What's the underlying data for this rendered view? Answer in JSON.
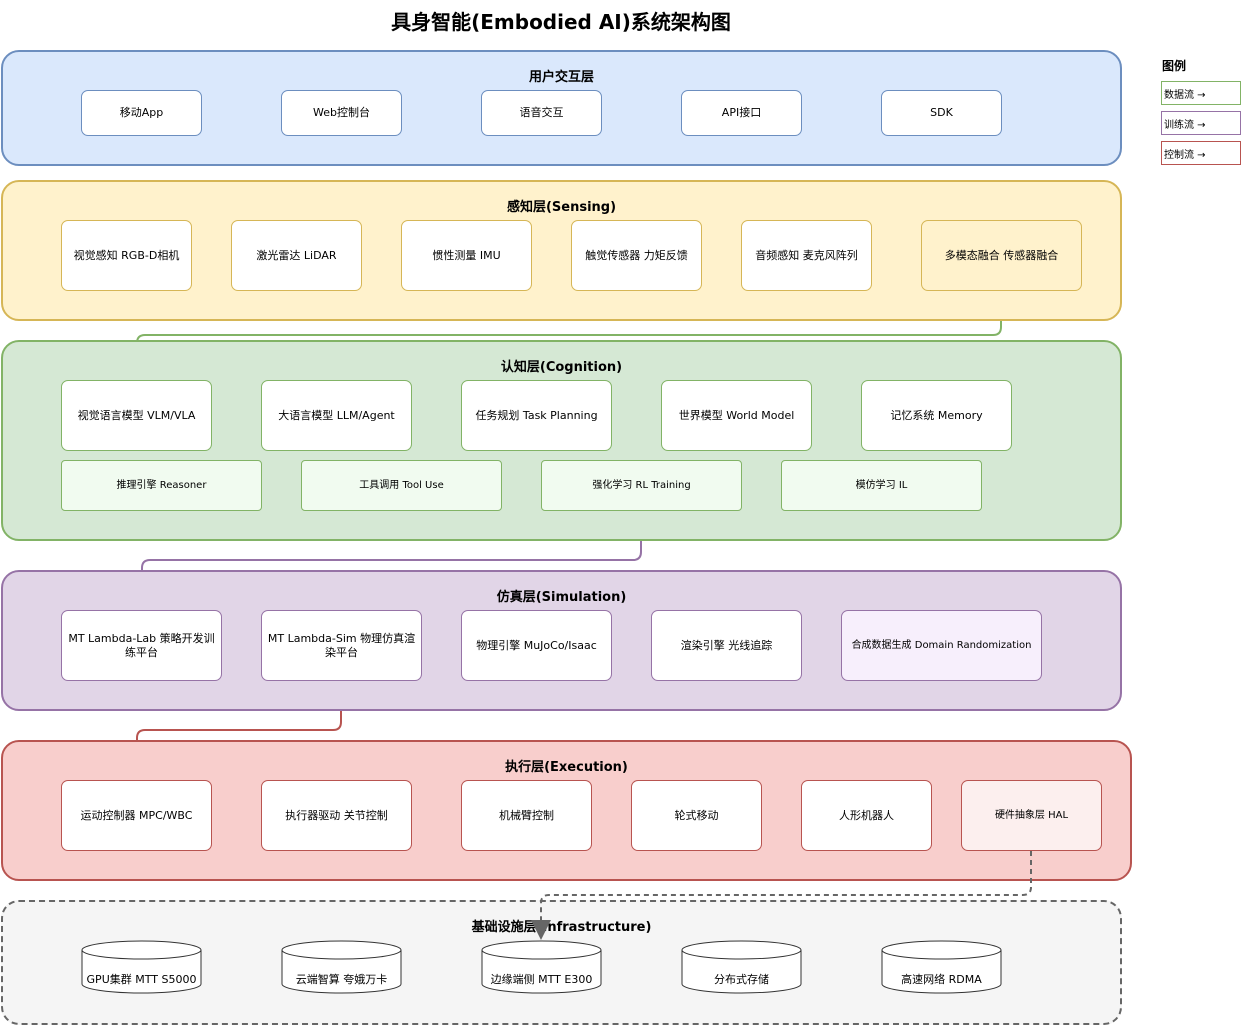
{
  "title": "具身智能(Embodied AI)系统架构图",
  "layers": {
    "interaction": {
      "title": "用户交互层",
      "nodes": [
        "移动App",
        "Web控制台",
        "语音交互",
        "API接口",
        "SDK"
      ]
    },
    "sensing": {
      "title": "感知层(Sensing)",
      "nodes": [
        "视觉感知 RGB-D相机",
        "激光雷达 LiDAR",
        "惯性测量 IMU",
        "触觉传感器 力矩反馈",
        "音频感知 麦克风阵列",
        "多模态融合 传感器融合"
      ]
    },
    "cognition": {
      "title": "认知层(Cognition)",
      "nodes": [
        "视觉语言模型 VLM/VLA",
        "大语言模型 LLM/Agent",
        "任务规划 Task Planning",
        "世界模型 World Model",
        "记忆系统 Memory"
      ],
      "sub_nodes": [
        "推理引擎 Reasoner",
        "工具调用 Tool Use",
        "强化学习 RL Training",
        "模仿学习 IL"
      ]
    },
    "simulation": {
      "title": "仿真层(Simulation)",
      "nodes": [
        "MT Lambda-Lab 策略开发训练平台",
        "MT Lambda-Sim 物理仿真渲染平台",
        "物理引擎 MuJoCo/Isaac",
        "渲染引擎 光线追踪",
        "合成数据生成 Domain Randomization"
      ]
    },
    "execution": {
      "title": "执行层(Execution)",
      "nodes": [
        "运动控制器 MPC/WBC",
        "执行器驱动 关节控制",
        "机械臂控制",
        "轮式移动",
        "人形机器人",
        "硬件抽象层 HAL"
      ]
    },
    "infrastructure": {
      "title": "基础设施层(Infrastructure)",
      "nodes": [
        "GPU集群 MTT S5000",
        "云端智算 夸娥万卡",
        "边缘端侧 MTT E300",
        "分布式存储",
        "高速网络 RDMA"
      ]
    }
  },
  "legend": {
    "title": "图例",
    "items": [
      "数据流 →",
      "训练流 →",
      "控制流 →"
    ]
  },
  "colors": {
    "interaction_fill": "#dae8fc",
    "interaction_border": "#6c8ebf",
    "sensing_fill": "#fff2cc",
    "sensing_border": "#d6b656",
    "cognition_fill": "#d5e8d4",
    "cognition_border": "#82b366",
    "simulation_fill": "#e1d5e7",
    "simulation_border": "#9673a6",
    "execution_fill": "#f8cecc",
    "execution_border": "#b85450",
    "infrastructure_fill": "#f5f5f5",
    "infrastructure_border": "#666666"
  }
}
